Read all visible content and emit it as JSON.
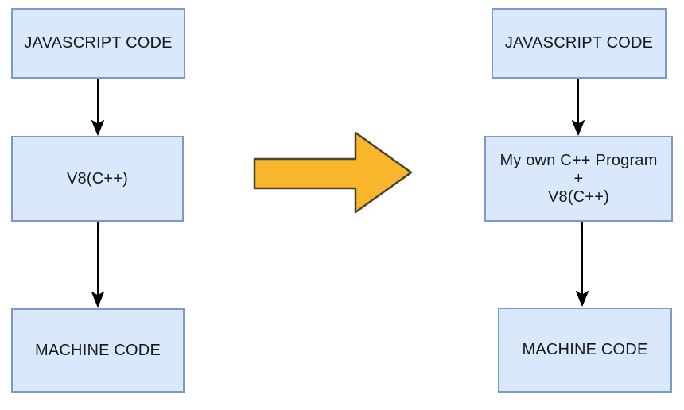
{
  "colors": {
    "background": "#ffffff",
    "box_fill": "#dae8fc",
    "box_border": "#7c99c7",
    "box_text": "#191919",
    "connector": "#000000",
    "big_arrow_fill": "#f8b62d",
    "big_arrow_border": "#4c432f"
  },
  "icons": {
    "transform_arrow": "big-right-block-arrow",
    "connector_style": "down-arrow-solid-head"
  },
  "left_flow": {
    "nodes": [
      {
        "label": "JAVASCRIPT CODE"
      },
      {
        "label": "V8(C++)"
      },
      {
        "label": "MACHINE CODE"
      }
    ]
  },
  "right_flow": {
    "nodes": [
      {
        "label": "JAVASCRIPT CODE"
      },
      {
        "lines": [
          "My own C++ Program",
          "+",
          "V8(C++)"
        ]
      },
      {
        "label": "MACHINE CODE"
      }
    ]
  }
}
